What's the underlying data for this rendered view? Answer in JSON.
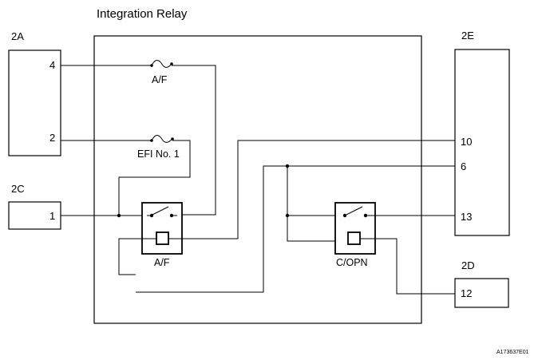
{
  "title": "Integration Relay",
  "connectors": {
    "c2a": {
      "name": "2A",
      "pins": [
        "4",
        "2"
      ]
    },
    "c2c": {
      "name": "2C",
      "pins": [
        "1"
      ]
    },
    "c2e": {
      "name": "2E",
      "pins": [
        "10",
        "6",
        "13"
      ]
    },
    "c2d": {
      "name": "2D",
      "pins": [
        "12"
      ]
    }
  },
  "components": {
    "fuse_af": "A/F",
    "fuse_efi": "EFI No. 1",
    "relay_af": "A/F",
    "relay_copn": "C/OPN"
  },
  "figure_code": "A173637E01"
}
